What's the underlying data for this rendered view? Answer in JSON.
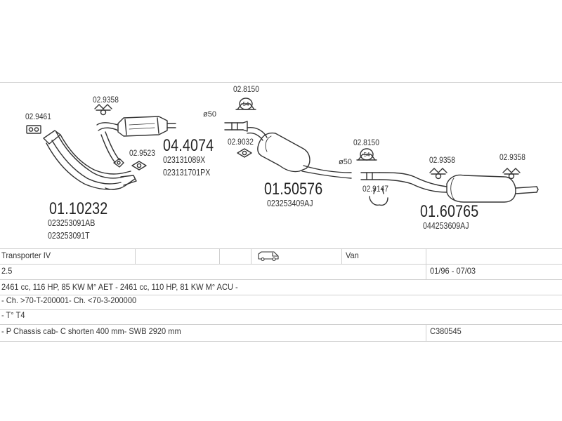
{
  "diagram": {
    "parts": [
      {
        "number": "01.10232",
        "oem": [
          "023253091AB",
          "023253091T"
        ]
      },
      {
        "number": "04.4074",
        "oem": [
          "023131089X",
          "023131701PX"
        ]
      },
      {
        "number": "01.50576",
        "oem": [
          "023253409AJ"
        ]
      },
      {
        "number": "01.60765",
        "oem": [
          "044253609AJ"
        ]
      }
    ],
    "fittings": {
      "f1": "02.9461",
      "f2": "02.9358",
      "f3": "02.9523",
      "f4": "02.8150",
      "f5": "02.9032",
      "f6": "02.8150",
      "f7": "02.9147",
      "f8": "02.9358",
      "f9": "02.9358"
    },
    "diameters": [
      "ø50",
      "ø50"
    ],
    "clamp_size": [
      "54",
      "54"
    ]
  },
  "table": {
    "model": "Transporter IV",
    "body": "Van",
    "vehicle_icon": "van-icon",
    "engine": "2.5",
    "period": "01/96 - 07/03",
    "engine_details": "2461 cc, 116 HP, 85 KW M° AET - 2461 cc, 110 HP, 81 KW M° ACU -",
    "chassis": "- Ch. >70-T-200001- Ch. <70-3-200000",
    "type": "- T° T4",
    "notes": "- P Chassis cab- C shorten 400 mm- SWB 2920 mm",
    "code": "C380545"
  }
}
